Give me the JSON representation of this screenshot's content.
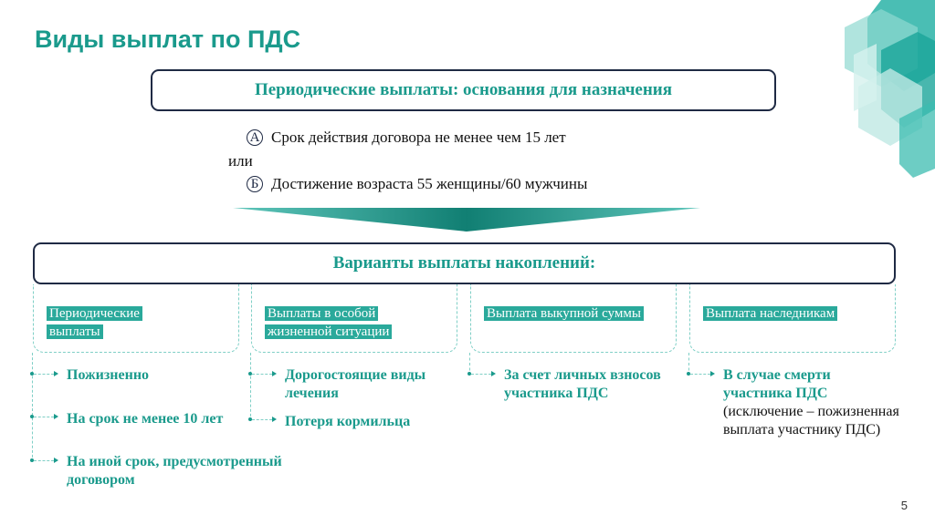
{
  "title": "Виды выплат по ПДС",
  "grounds": {
    "heading": "Периодические выплаты: основания для назначения",
    "a_marker": "А",
    "a_text": "Срок действия договора не менее чем 15 лет",
    "or_text": "или",
    "b_marker": "Б",
    "b_text": "Достижение возраста 55 женщины/60 мужчины"
  },
  "variants_heading": "Варианты выплаты накоплений:",
  "columns": [
    {
      "label": "Периодические выплаты",
      "items": [
        "Пожизненно",
        "На срок не менее 10 лет",
        "На иной срок, предусмотренный договором"
      ]
    },
    {
      "label": "Выплаты в особой жизненной ситуации",
      "items": [
        "Дорогостоящие виды лечения",
        "Потеря кормильца"
      ]
    },
    {
      "label": "Выплата выкупной суммы",
      "items": [
        "За счет личных взносов участника ПДС"
      ]
    },
    {
      "label": "Выплата наследникам",
      "items": [
        "В случае смерти участника ПДС"
      ],
      "note": "(исключение – пожизненная выплата участнику ПДС)"
    }
  ],
  "page_number": "5",
  "colors": {
    "accent": "#1a9a8c",
    "label_bg": "#2aa99b",
    "frame": "#1f2a44"
  }
}
